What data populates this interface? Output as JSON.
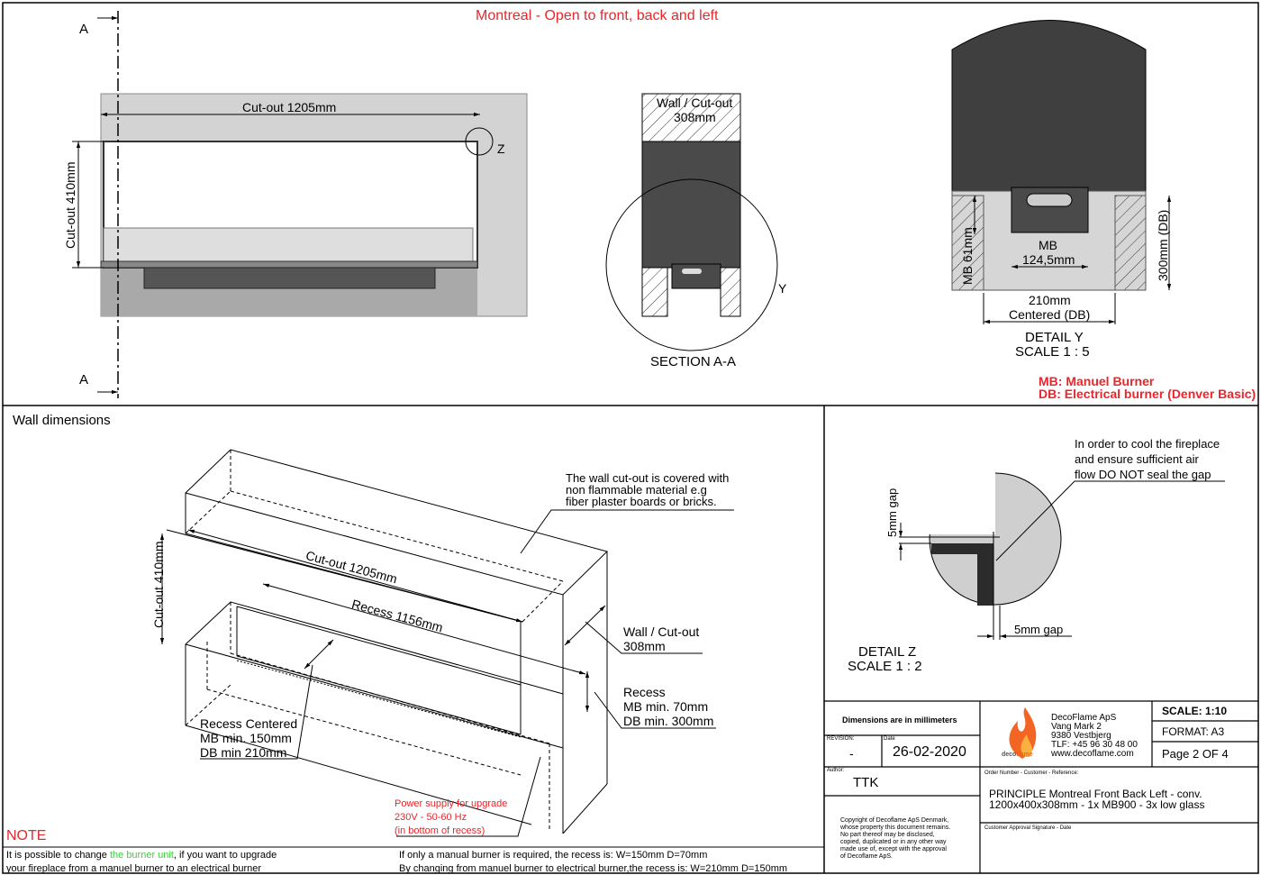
{
  "title": "Montreal - Open to front, back and left",
  "front_view": {
    "section_marker": "A",
    "cutout_width": "Cut-out 1205mm",
    "cutout_height": "Cut-out 410mm",
    "detail_marker": "Z"
  },
  "section_aa": {
    "wall_label_1": "Wall / Cut-out",
    "wall_label_2": "308mm",
    "detail_marker": "Y",
    "caption": "SECTION A-A"
  },
  "detail_y": {
    "mb_height": "MB 61mm",
    "mb_width_1": "MB",
    "mb_width_2": "124,5mm",
    "db_height": "300mm (DB)",
    "db_width_1": "210mm",
    "db_width_2": "Centered (DB)",
    "caption_1": "DETAIL Y",
    "caption_2": "SCALE 1 : 5"
  },
  "legend": {
    "mb": "MB: Manuel Burner",
    "db": "DB: Electrical burner (Denver Basic)"
  },
  "wall_dimensions": {
    "heading": "Wall dimensions",
    "cover_note": [
      "The wall cut-out is covered with",
      "non flammable material e.g",
      "fiber plaster boards or bricks."
    ],
    "cutout_width": "Cut-out 1205mm",
    "cutout_height": "Cut-out 410mm",
    "recess_width": "Recess 1156mm",
    "wall_depth": [
      "Wall / Cut-out",
      "308mm"
    ],
    "recess_depth": [
      "Recess",
      "MB min. 70mm",
      "DB min. 300mm"
    ],
    "recess_centered": [
      "Recess Centered",
      "MB min. 150mm",
      "DB min 210mm"
    ],
    "power_supply": [
      "Power supply for upgrade",
      "230V - 50-60 Hz",
      "(in bottom of recess)"
    ]
  },
  "detail_z": {
    "note": [
      "In order to cool the fireplace",
      "and ensure sufficient air",
      "flow DO NOT seal the gap"
    ],
    "gap_vertical": "5mm gap",
    "gap_horizontal": "5mm gap",
    "caption_1": "DETAIL Z",
    "caption_2": "SCALE 1 : 2"
  },
  "note": {
    "heading": "NOTE",
    "line1_pre": "It is possible to change ",
    "line1_highlight": "the burner unit",
    "line1_post": ", if you want to upgrade",
    "line2": "your fireplace from a manuel burner to an electrical burner",
    "line3": "If only a manual burner is required, the recess is: W=150mm D=70mm",
    "line4": "By changing from manuel burner to electrical burner,the recess is: W=210mm D=150mm",
    "highlight_color": "#3cd13c"
  },
  "title_block": {
    "dimensions_note": "Dimensions are in millimeters",
    "revision_label": "REVISION:",
    "revision": "-",
    "date_label": "Date",
    "date": "26-02-2020",
    "author_label": "Author:",
    "author": "TTK",
    "copyright": [
      "Copyright of Decoflame ApS Denmark,",
      "whose property this document remains.",
      "No part thereof may be disclosed,",
      "copied, duplicated or in any other way",
      "made use of, except with the approval",
      "of Decoflame ApS."
    ],
    "logo_text_1": "deco",
    "logo_text_2": "flame",
    "company": [
      "DecoFlame ApS",
      "Vang Mark 2",
      "9380 Vestbjerg",
      "TLF: +45 96 30 48 00",
      "www.decoflame.com"
    ],
    "scale": "SCALE: 1:10",
    "format": "FORMAT: A3",
    "page": "Page 2 OF 4",
    "reference_label": "Order Number - Customer - Reference:",
    "reference": [
      "PRINCIPLE Montreal Front Back Left - conv.",
      "1200x400x308mm - 1x MB900 - 3x low glass"
    ],
    "approval_label": "Customer Approval Signature - Date"
  }
}
